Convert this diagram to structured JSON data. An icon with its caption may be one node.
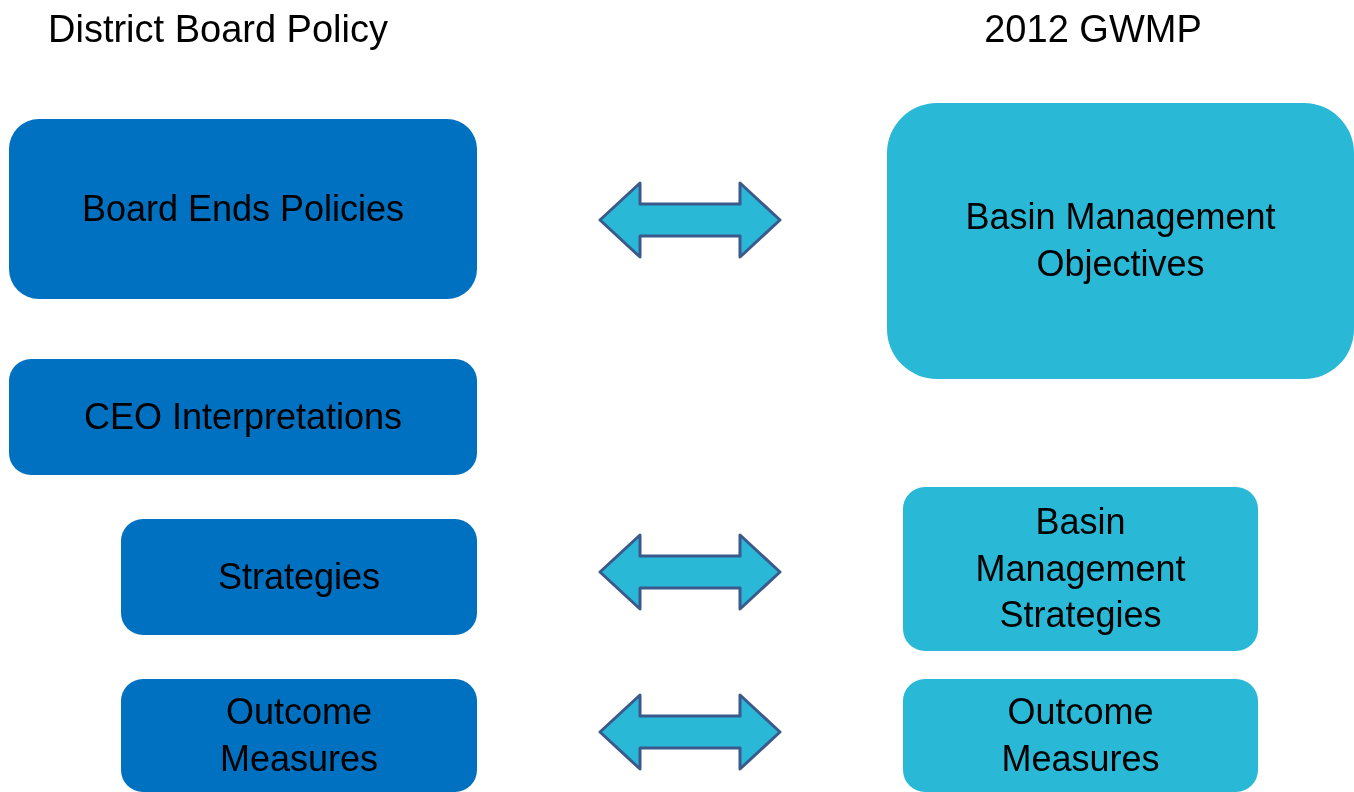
{
  "diagram": {
    "nodes": [
      {
        "text": [
          "Board Ends Policies"
        ]
      },
      {
        "text": [
          "Basin Management Objectives"
        ]
      },
      {
        "text": [
          "CEO Interpretations"
        ]
      },
      {
        "text": [
          "Strategies"
        ]
      },
      {
        "text": [
          "Basin Management Strategies"
        ]
      },
      {
        "text": [
          "Outcome Measures"
        ]
      },
      {
        "text": [
          "Outcome Measures"
        ]
      }
    ],
    "edges": [
      {
        "from": 0,
        "to": 1,
        "arrow": "both"
      },
      {
        "from": 3,
        "to": 4,
        "arrow": "both"
      },
      {
        "from": 5,
        "to": 6,
        "arrow": "both"
      }
    ],
    "labels": [
      "District Board Policy",
      "2012 GWMP"
    ]
  }
}
